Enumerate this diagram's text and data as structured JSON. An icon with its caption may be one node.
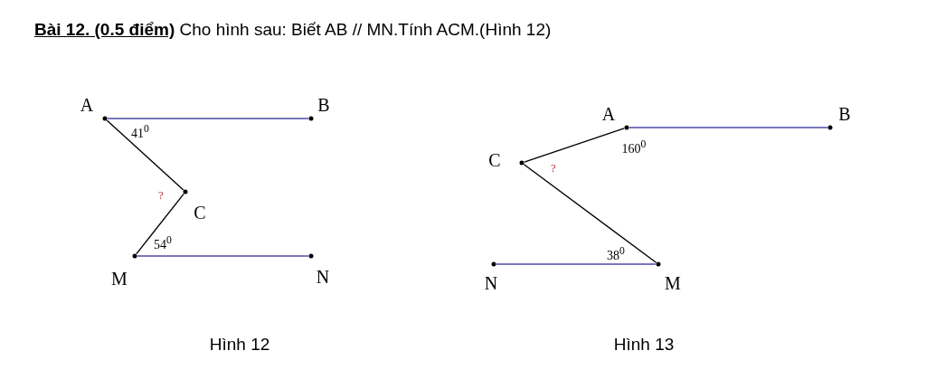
{
  "diagram": {
    "title": "**Bài 12. (0.5 điểm)** Cho hình sau: Biết AB // MN.Tính ACM.(Hình 12)",
    "nodes": [
      {
        "text": [
          "A"
        ]
      },
      {
        "text": [
          "B"
        ]
      },
      {
        "text": [
          "C"
        ]
      },
      {
        "text": [
          "M"
        ]
      },
      {
        "text": [
          "N"
        ]
      },
      {
        "text": [
          "A"
        ]
      },
      {
        "text": [
          "B"
        ]
      },
      {
        "text": [
          "C"
        ]
      },
      {
        "text": [
          "N"
        ]
      },
      {
        "text": [
          "M"
        ]
      }
    ],
    "edges": [
      {
        "from": 0,
        "to": 1,
        "arrow": "none",
        "color": "#4b4ba8"
      },
      {
        "from": 0,
        "to": 2,
        "arrow": "none",
        "color": "#000000"
      },
      {
        "from": 2,
        "to": 3,
        "arrow": "none",
        "color": "#000000"
      },
      {
        "from": 3,
        "to": 4,
        "arrow": "none",
        "color": "#4b4ba8"
      },
      {
        "from": 5,
        "to": 6,
        "arrow": "none",
        "color": "#4b4ba8"
      },
      {
        "from": 5,
        "to": 7,
        "arrow": "none",
        "color": "#000000"
      },
      {
        "from": 7,
        "to": 9,
        "arrow": "none",
        "color": "#000000"
      },
      {
        "from": 8,
        "to": 9,
        "arrow": "none",
        "color": "#4b4ba8"
      }
    ],
    "labels": [
      "41$^{0}$",
      "?",
      "54$^{0}$",
      "160$^{0}$",
      "?",
      "38$^{0}$",
      "Hình 12",
      "Hình 13"
    ]
  }
}
